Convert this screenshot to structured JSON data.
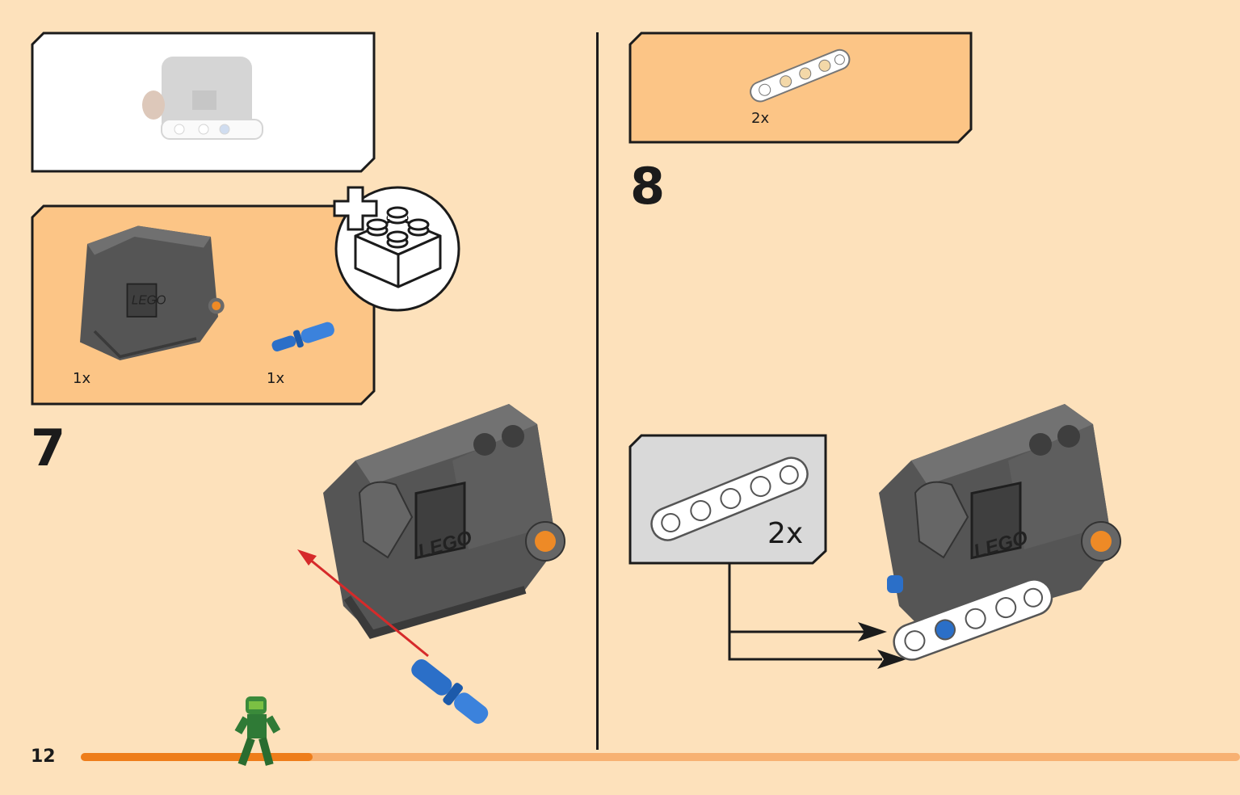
{
  "page": {
    "number": "12",
    "progress_fraction": 0.2
  },
  "step7": {
    "number": "7",
    "parts": [
      {
        "name": "gray hub / motor housing",
        "qty": "1x"
      },
      {
        "name": "blue pin with friction",
        "qty": "1x"
      }
    ],
    "icon": "new-brick-plus-icon"
  },
  "step8": {
    "number": "8",
    "parts": [
      {
        "name": "white 5-hole beam",
        "qty": "2x"
      }
    ],
    "callout_qty": "2x"
  },
  "colors": {
    "background": "#fde1bb",
    "parts_box": "#fcc586",
    "accent_orange": "#ee7d1a",
    "progress_track": "#f7b172",
    "dark_gray": "#545454",
    "blue": "#2b6fc8",
    "arrow_red": "#d62a2a"
  }
}
